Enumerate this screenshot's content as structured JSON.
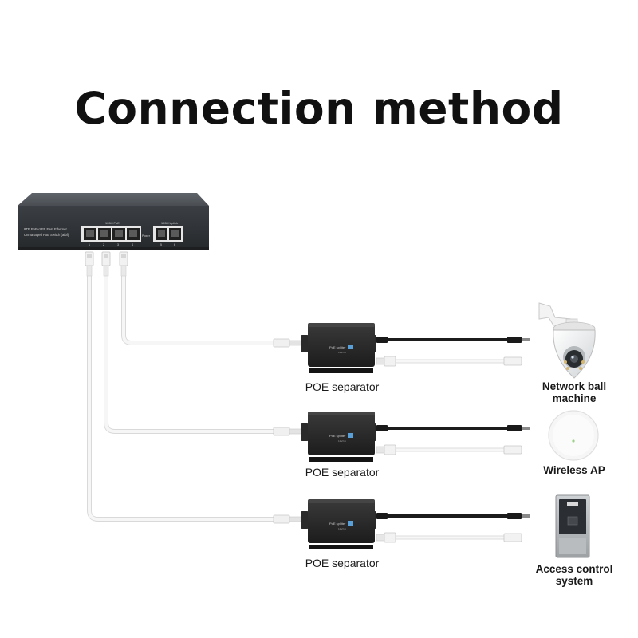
{
  "title": "Connection method",
  "switch": {
    "line1": "8TE PoE+SFE Fast Ethernet",
    "line2": "Unmanaged PoE Switch (afbf)",
    "group_poe_label": "100M PoE",
    "group_uplink_label": "100M Uplink",
    "port_numbers": [
      "1",
      "2",
      "3",
      "4"
    ],
    "uplink_numbers": [
      "5",
      "6"
    ],
    "power_label": "Power"
  },
  "separator": {
    "face_label": "PoE splitter",
    "sub_label": "12V/1A"
  },
  "rows": [
    {
      "separator_label": "POE separator",
      "device_label_lines": [
        "Network ball",
        "machine"
      ],
      "device_icon": "ptz-dome-camera-icon"
    },
    {
      "separator_label": "POE separator",
      "device_label_lines": [
        "Wireless AP"
      ],
      "device_icon": "wireless-ap-icon"
    },
    {
      "separator_label": "POE separator",
      "device_label_lines": [
        "Access control",
        "system"
      ],
      "device_icon": "access-control-panel-icon"
    }
  ],
  "colors": {
    "title": "#111111",
    "switch_body": "#3d4146",
    "separator_body": "#2b2b2b",
    "cable_white": "#ececec",
    "cable_black": "#1c1c1c"
  }
}
